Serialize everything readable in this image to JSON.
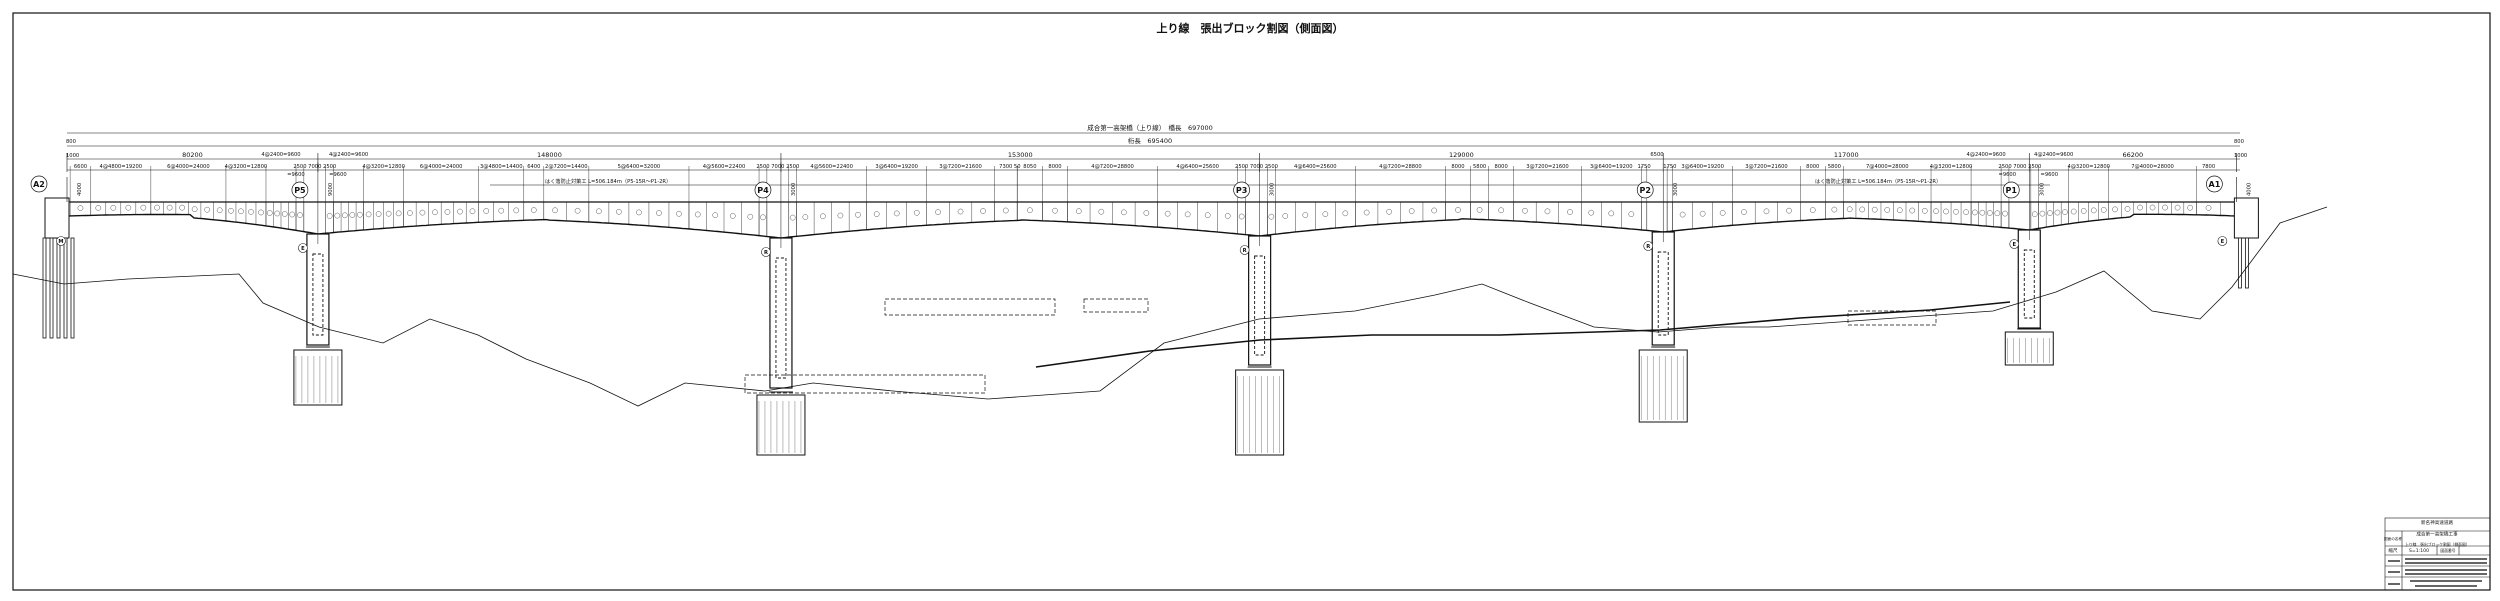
{
  "drawing": {
    "title": "上り線　張出ブロック割図（側面図）",
    "bridge_length": "成合第一高架橋（上り線）　橋長　697000",
    "girder_length": "桁長　695400",
    "end_dims": {
      "left_top": "800",
      "left_bottom": "1000",
      "right_top": "800",
      "right_bottom": "1000"
    },
    "spans": [
      {
        "length": "80200",
        "mm": 80200
      },
      {
        "length": "148000",
        "mm": 148000
      },
      {
        "length": "153000",
        "mm": 153000
      },
      {
        "length": "129000",
        "mm": 129000
      },
      {
        "length": "117000",
        "mm": 117000
      },
      {
        "length": "66200",
        "mm": 66200
      }
    ],
    "supports": [
      {
        "name": "A2",
        "bearing": "M"
      },
      {
        "name": "P5",
        "bearing": "E"
      },
      {
        "name": "P4",
        "bearing": "R"
      },
      {
        "name": "P3",
        "bearing": "R"
      },
      {
        "name": "P2",
        "bearing": "R"
      },
      {
        "name": "P1",
        "bearing": "E"
      },
      {
        "name": "A1",
        "bearing": "E"
      }
    ],
    "segments": [
      [
        "6600",
        "4@4800=19200",
        "6@4000=24000",
        "4@3200=12800",
        "4@2400=9600",
        "2500"
      ],
      [
        "7000"
      ],
      [
        "2500",
        "4@2400=9600",
        "4@3200=12800",
        "6@4000=24000",
        "3@4800=14400",
        "6400",
        "2@7200=14400",
        "5@6400=32000",
        "4@5600=22400",
        "2500"
      ],
      [
        "7000"
      ],
      [
        "2500",
        "4@5600=22400",
        "3@6400=19200",
        "3@7200=21600",
        "7300",
        "50",
        "8050",
        "8000",
        "4@7200=28800",
        "4@6400=25600",
        "2500"
      ],
      [
        "7000"
      ],
      [
        "2500",
        "4@6400=25600",
        "4@7200=28800",
        "8000",
        "5800",
        "8000",
        "3@7200=21600",
        "3@6400=19200",
        "1750"
      ],
      [
        "6500"
      ],
      [
        "1750",
        "3@6400=19200",
        "3@7200=21600",
        "8000",
        "5800",
        "7@4000=28000",
        "4@3200=12800",
        "4@2400=9600",
        "2500"
      ],
      [
        "7000"
      ],
      [
        "2500",
        "4@2400=9600",
        "4@3200=12800",
        "7@4000=28000",
        "7800"
      ]
    ],
    "sub_notes": [
      "=9600",
      "=9600",
      "=9600",
      "=9600"
    ],
    "pier_heights": [
      "4000",
      "9000",
      "3000",
      "3000",
      "3000",
      "3000",
      "4000"
    ],
    "notes": [
      "はく落防止対策工 L=506.184m（P5-15R～P1-2R）",
      "はく落防止対策工 L=506.184m（P5-15R～P1-2R）"
    ]
  },
  "title_block": {
    "project_line1": "新名神高速道路",
    "project_line2": "成合第一高架橋工事",
    "name_label": "図面の名称",
    "name_value": "上り線　張出ブロック割図（側面図）",
    "scale_label": "縮尺",
    "scale_value": "S=1:100",
    "number_label": "図面番号"
  },
  "colors": {
    "line": "#111111",
    "paper": "#ffffff"
  }
}
